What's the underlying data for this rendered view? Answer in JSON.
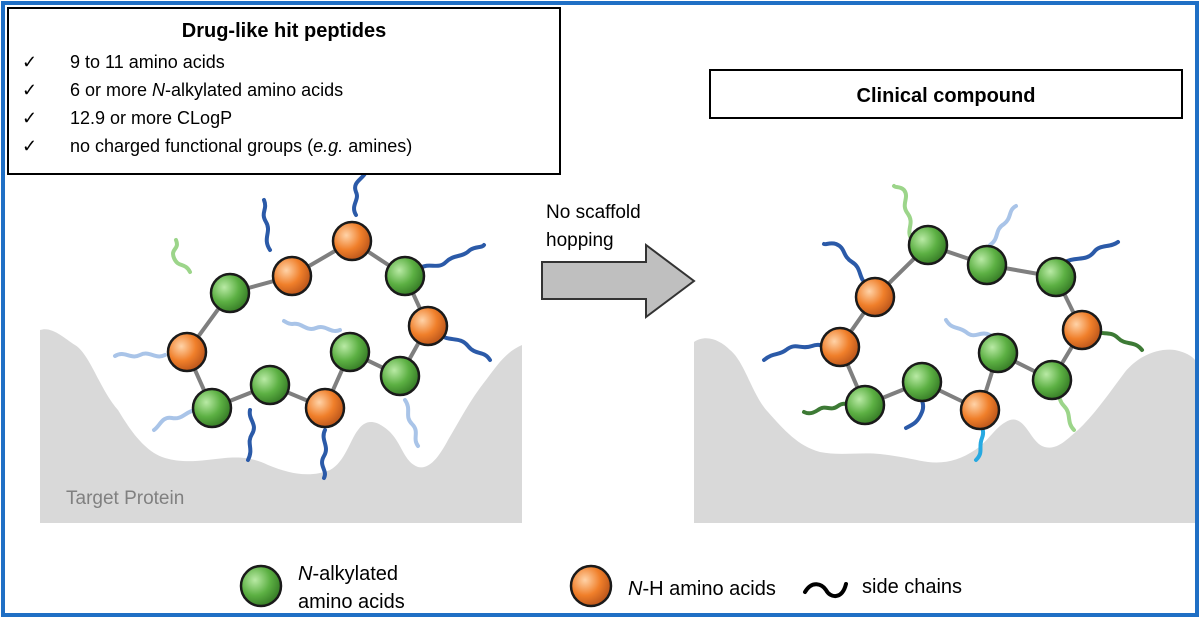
{
  "criteria_box": {
    "title": "Drug-like hit peptides",
    "check": "✓",
    "items": [
      {
        "pre": "9 to 11 amino acids",
        "ital": "",
        "post": ""
      },
      {
        "pre": "6 or more ",
        "ital": "N",
        "post": "-alkylated amino acids"
      },
      {
        "pre": "12.9 or more CLogP",
        "ital": "",
        "post": ""
      },
      {
        "pre": "no charged functional groups (",
        "ital": "e.g.",
        "post": " amines)"
      }
    ]
  },
  "clinical_box": {
    "title": "Clinical compound"
  },
  "arrow": {
    "line1": "No scaffold",
    "line2": "hopping"
  },
  "protein_label": "Target Protein",
  "legend": {
    "green_ital": "N",
    "green_rest": "-alkylated",
    "green_line2": "amino acids",
    "orange_ital": "N",
    "orange_rest": "-H amino acids",
    "chains": "side chains"
  },
  "colors": {
    "frame": "#1f6fc5",
    "protein": "#d9d9d9",
    "bond": "#7f7f7f",
    "green": "#5cb043",
    "orange": "#f07f2a",
    "arrow": "#bfbfbf",
    "chain_dark_blue": "#2b5aa8",
    "chain_light_blue": "#a9c4e8",
    "chain_light_green": "#9cd58a",
    "chain_dark_green": "#3d7a35",
    "chain_cyan": "#27a9e1"
  }
}
